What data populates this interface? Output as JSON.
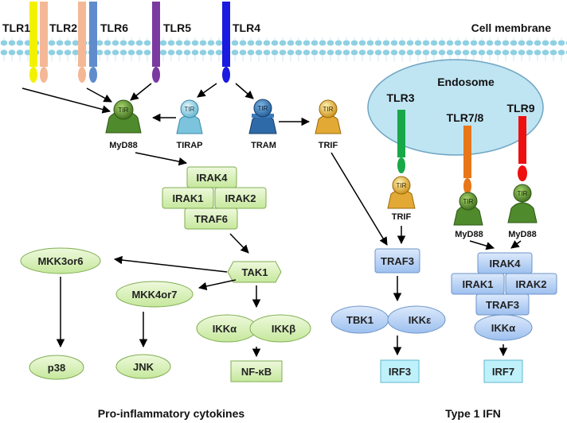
{
  "membrane_label": "Cell membrane",
  "endosome_label": "Endosome",
  "receptors": {
    "tlr1": "TLR1",
    "tlr2": "TLR2",
    "tlr6": "TLR6",
    "tlr5": "TLR5",
    "tlr4": "TLR4",
    "tlr3": "TLR3",
    "tlr78": "TLR7/8",
    "tlr9": "TLR9"
  },
  "adaptor_tir": "TIR",
  "adaptors": {
    "myd88": "MyD88",
    "tirap": "TIRAP",
    "tram": "TRAM",
    "trif": "TRIF",
    "trif_endo": "TRIF",
    "myd88_tlr78": "MyD88",
    "myd88_tlr9": "MyD88"
  },
  "myd88_complex": {
    "irak4": "IRAK4",
    "irak1": "IRAK1",
    "irak2": "IRAK2",
    "traf6": "TRAF6"
  },
  "tak1": "TAK1",
  "mapk": {
    "mkk3or6": "MKK3or6",
    "mkk4or7": "MKK4or7",
    "p38": "p38",
    "jnk": "JNK"
  },
  "ikk": {
    "ikka": "IKKα",
    "ikkb": "IKKβ",
    "nfkb": "NF-κB"
  },
  "trif_branch": {
    "traf3": "TRAF3",
    "tbk1": "TBK1",
    "ikke": "IKKε",
    "irf3": "IRF3"
  },
  "tlr789_complex": {
    "irak4": "IRAK4",
    "irak1": "IRAK1",
    "irak2": "IRAK2",
    "traf3": "TRAF3",
    "ikka": "IKKα",
    "irf7": "IRF7"
  },
  "outputs": {
    "proinflammatory": "Pro-inflammatory cytokines",
    "type1ifn": "Type 1 IFN"
  },
  "colors": {
    "tlr1": "#f2f200",
    "tlr2": "#f4b896",
    "tlr6": "#5f8ccc",
    "tlr5": "#7b3aa0",
    "tlr4": "#1a1ae0",
    "tlr3": "#18a848",
    "tlr78": "#e8761a",
    "tlr9": "#ee1010",
    "membrane": "#a9dce8",
    "endosome": "#bfe4f2",
    "green_box": "#d9f2b8",
    "blue_box": "#b9d3f4",
    "cyan_box": "#bff1fb"
  }
}
